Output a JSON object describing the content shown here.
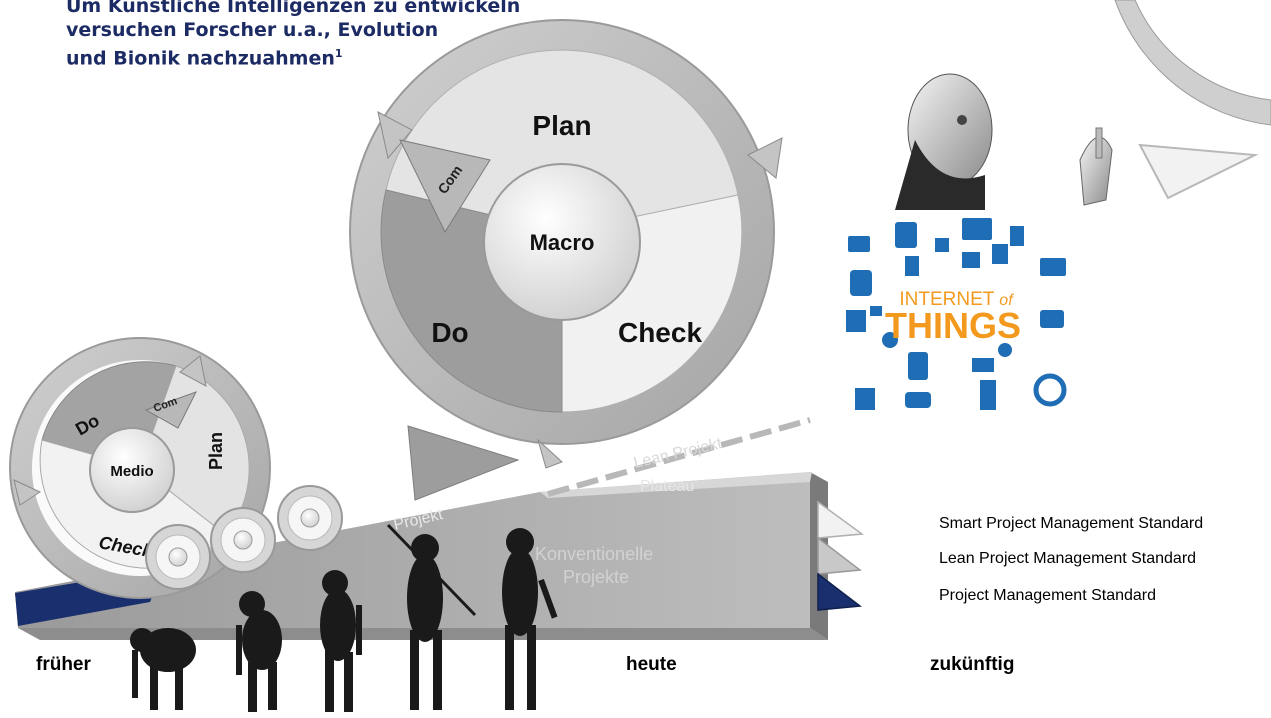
{
  "headline": {
    "line1": "Um Künstliche Intelligenzen zu entwickeln",
    "line2": "versuchen Forscher u.a., Evolution",
    "line3": "und Bionik nachzuahmen",
    "footnote": "1"
  },
  "macro_cycle": {
    "center": "Macro",
    "plan": "Plan",
    "do": "Do",
    "check": "Check",
    "com": "Com"
  },
  "medio_cycle": {
    "center": "Medio",
    "plan": "Plan",
    "do": "Do",
    "check": "Check",
    "com": "Com"
  },
  "slope": {
    "projekt": "Projekt",
    "lean_projekt": "Lean Projekt",
    "plateau": "Plateau",
    "konventionelle_1": "Konventionelle",
    "konventionelle_2": "Projekte"
  },
  "iot": {
    "internet": "INTERNET",
    "of": "of",
    "things": "THINGS"
  },
  "legend": [
    {
      "label": "Smart Project Management Standard",
      "color": "#f2f2f2"
    },
    {
      "label": "Lean Project Management Standard",
      "color": "#c8c8c8"
    },
    {
      "label": "Project Management Standard",
      "color": "#1a2f6e"
    }
  ],
  "timeline": {
    "past": "früher",
    "present": "heute",
    "future": "zukünftig"
  },
  "colors": {
    "navy": "#1d2b64",
    "gray_dark": "#8c8c8c",
    "gray_mid": "#b5b5b5",
    "gray_light": "#e6e6e6",
    "iot_orange": "#f39a1e",
    "iot_blue": "#1f6db5"
  }
}
